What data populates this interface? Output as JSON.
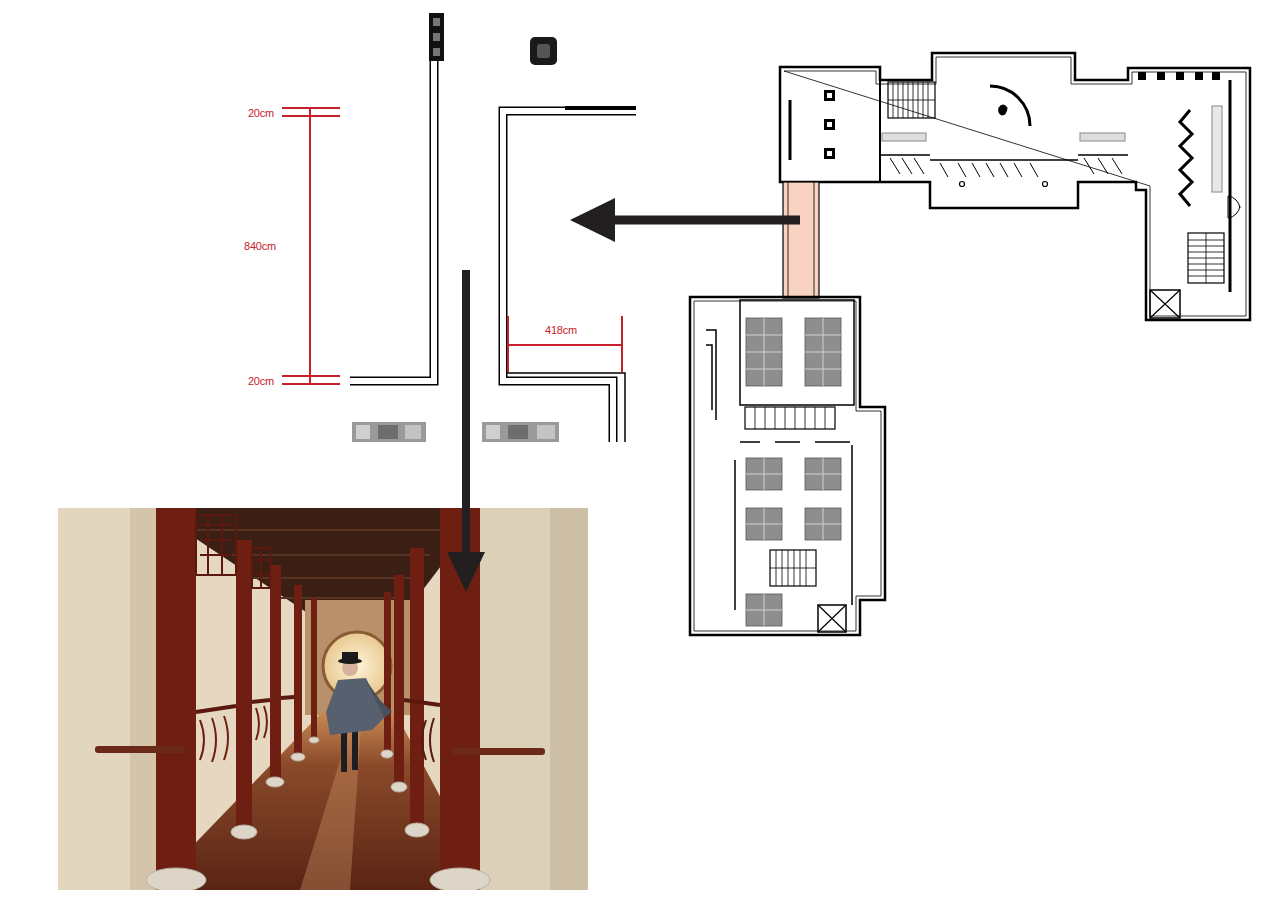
{
  "diagram": {
    "labels": [
      "20cm",
      "840cm",
      "20cm",
      "418cm"
    ]
  }
}
